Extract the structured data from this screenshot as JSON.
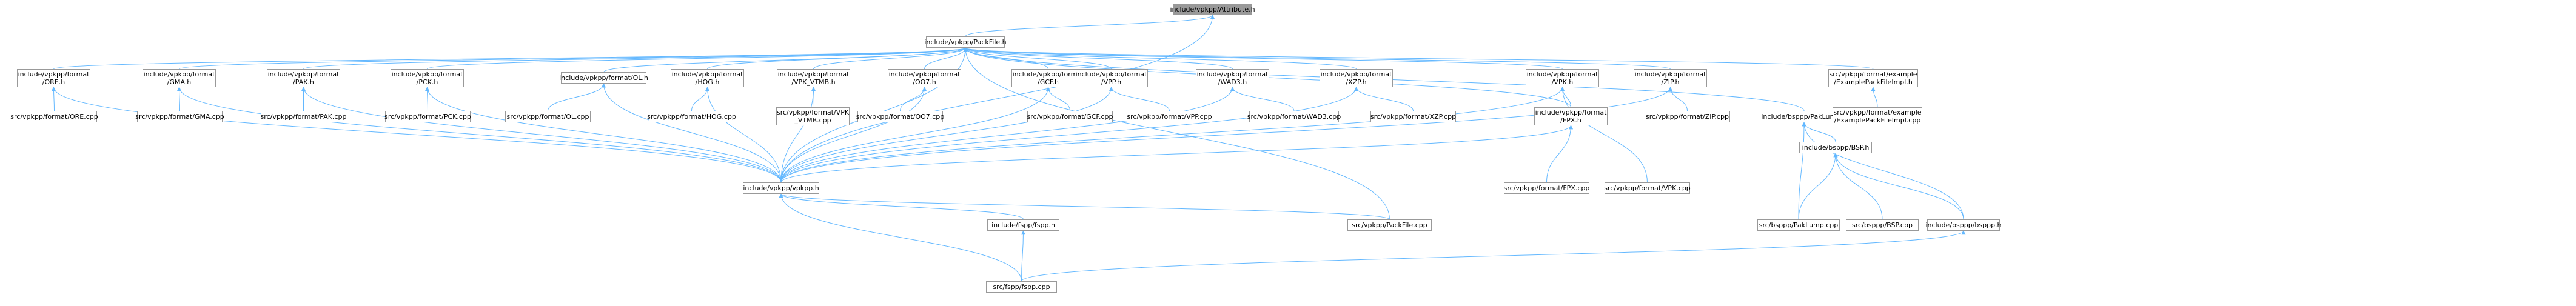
{
  "nodes": {
    "attribute_h": "include/vpkpp/Attribute.h",
    "packfile_h": "include/vpkpp/PackFile.h",
    "ore_h": "include/vpkpp/format\n/ORE.h",
    "ore_cpp": "src/vpkpp/format/ORE.cpp",
    "gma_h": "include/vpkpp/format\n/GMA.h",
    "gma_cpp": "src/vpkpp/format/GMA.cpp",
    "pak_h": "include/vpkpp/format\n/PAK.h",
    "pak_cpp": "src/vpkpp/format/PAK.cpp",
    "pck_h": "include/vpkpp/format\n/PCK.h",
    "pck_cpp": "src/vpkpp/format/PCK.cpp",
    "ol_h": "include/vpkpp/format/OL.h",
    "ol_cpp": "src/vpkpp/format/OL.cpp",
    "hog_h": "include/vpkpp/format\n/HOG.h",
    "hog_cpp": "src/vpkpp/format/HOG.cpp",
    "vpk_vtmb_h": "include/vpkpp/format\n/VPK_VTMB.h",
    "vpk_vtmb_cpp": "src/vpkpp/format/VPK\n_VTMB.cpp",
    "oo7_h": "include/vpkpp/format\n/OO7.h",
    "oo7_cpp": "src/vpkpp/format/OO7.cpp",
    "gcf_h": "include/vpkpp/format\n/GCF.h",
    "gcf_cpp": "src/vpkpp/format/GCF.cpp",
    "vpp_h": "include/vpkpp/format\n/VPP.h",
    "vpp_cpp": "src/vpkpp/format/VPP.cpp",
    "wad3_h": "include/vpkpp/format\n/WAD3.h",
    "wad3_cpp": "src/vpkpp/format/WAD3.cpp",
    "xzp_h": "include/vpkpp/format\n/XZP.h",
    "xzp_cpp": "src/vpkpp/format/XZP.cpp",
    "vpk_h": "include/vpkpp/format\n/VPK.h",
    "fpx_h": "include/vpkpp/format\n/FPX.h",
    "fpx_cpp": "src/vpkpp/format/FPX.cpp",
    "vpk_cpp": "src/vpkpp/format/VPK.cpp",
    "zip_h": "include/vpkpp/format\n/ZIP.h",
    "zip_cpp": "src/vpkpp/format/ZIP.cpp",
    "example_h": "src/vpkpp/format/example\n/ExamplePackFileImpl.h",
    "example_cpp": "src/vpkpp/format/example\n/ExamplePackFileImpl.cpp",
    "paklump_h": "include/bsppp/PakLump.h",
    "bsp_h": "include/bsppp/BSP.h",
    "paklump_cpp": "src/bsppp/PakLump.cpp",
    "bsp_cpp": "src/bsppp/BSP.cpp",
    "bsppp_h": "include/bsppp/bsppp.h",
    "vpkpp_h": "include/vpkpp/vpkpp.h",
    "fspp_h": "include/fspp/fspp.h",
    "fspp_cpp": "src/fspp/fspp.cpp",
    "packfile_cpp": "src/vpkpp/PackFile.cpp"
  },
  "colors": {
    "edge": "#63b8ff",
    "node_border": "#999999",
    "current_fill": "#999999"
  }
}
